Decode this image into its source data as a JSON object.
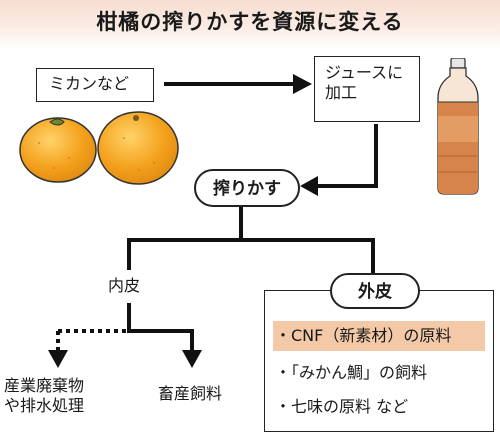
{
  "title": "柑橘の搾りかすを資源に変える",
  "source": "ミカンなど",
  "juice": "ジュースに加工",
  "juice_line1": "ジュースに",
  "juice_line2": "加工",
  "pomace": "搾りかす",
  "inner_peel": "内皮",
  "outer_peel": "外皮",
  "inner_uses": {
    "industrial_line1": "産業廃棄物",
    "industrial_line2": "や排水処理",
    "feed": "畜産飼料"
  },
  "outer_uses": [
    {
      "text": "・CNF（新素材）の原料",
      "highlight": true
    },
    {
      "text": "・「みかん鯛」の飼料",
      "highlight": false
    },
    {
      "text": "・七味の原料 など",
      "highlight": false
    }
  ],
  "colors": {
    "title_bg": "#f6ded2",
    "highlight_bg": "#f3c9a7",
    "orange": "#f4a21e",
    "tea": "#d6844a"
  }
}
